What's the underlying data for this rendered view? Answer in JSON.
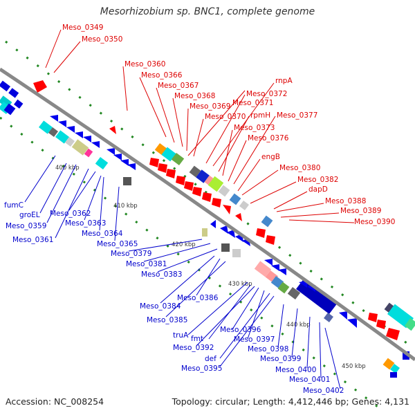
{
  "title": "Mesorhizobium sp. BNC1, complete genome",
  "footer": {
    "accession": "Accession: NC_008254",
    "topology": "Topology: circular; Length: 4,412,446 bp; Genes: 4,131"
  },
  "colors": {
    "forward_label": "#dd0000",
    "reverse_label": "#0000cc",
    "backbone": "#888888",
    "tick": "#228822"
  },
  "scale_labels": [
    "400 kbp",
    "410 kbp",
    "420 kbp",
    "430 kbp",
    "440 kbp",
    "450 kbp"
  ],
  "forward_labels": [
    "Meso_0349",
    "Meso_0350",
    "Meso_0360",
    "Meso_0366",
    "Meso_0367",
    "Meso_0368",
    "Meso_0369",
    "Meso_0370",
    "Meso_0371",
    "Meso_0372",
    "rnpA",
    "rpmH",
    "Meso_0373",
    "Meso_0376",
    "Meso_0377",
    "engB",
    "Meso_0380",
    "Meso_0382",
    "dapD",
    "Meso_0388",
    "Meso_0389",
    "Meso_0390"
  ],
  "reverse_labels": [
    "fumC",
    "groEL",
    "Meso_0359",
    "Meso_0361",
    "Meso_0362",
    "Meso_0363",
    "Meso_0364",
    "Meso_0365",
    "Meso_0379",
    "Meso_0381",
    "Meso_0383",
    "Meso_0384",
    "Meso_0386",
    "Meso_0385",
    "truA",
    "fmt",
    "Meso_0392",
    "Meso_0396",
    "Meso_0397",
    "def",
    "Meso_0395",
    "Meso_0398",
    "Meso_0399",
    "Meso_0400",
    "Meso_0401",
    "Meso_0402"
  ]
}
